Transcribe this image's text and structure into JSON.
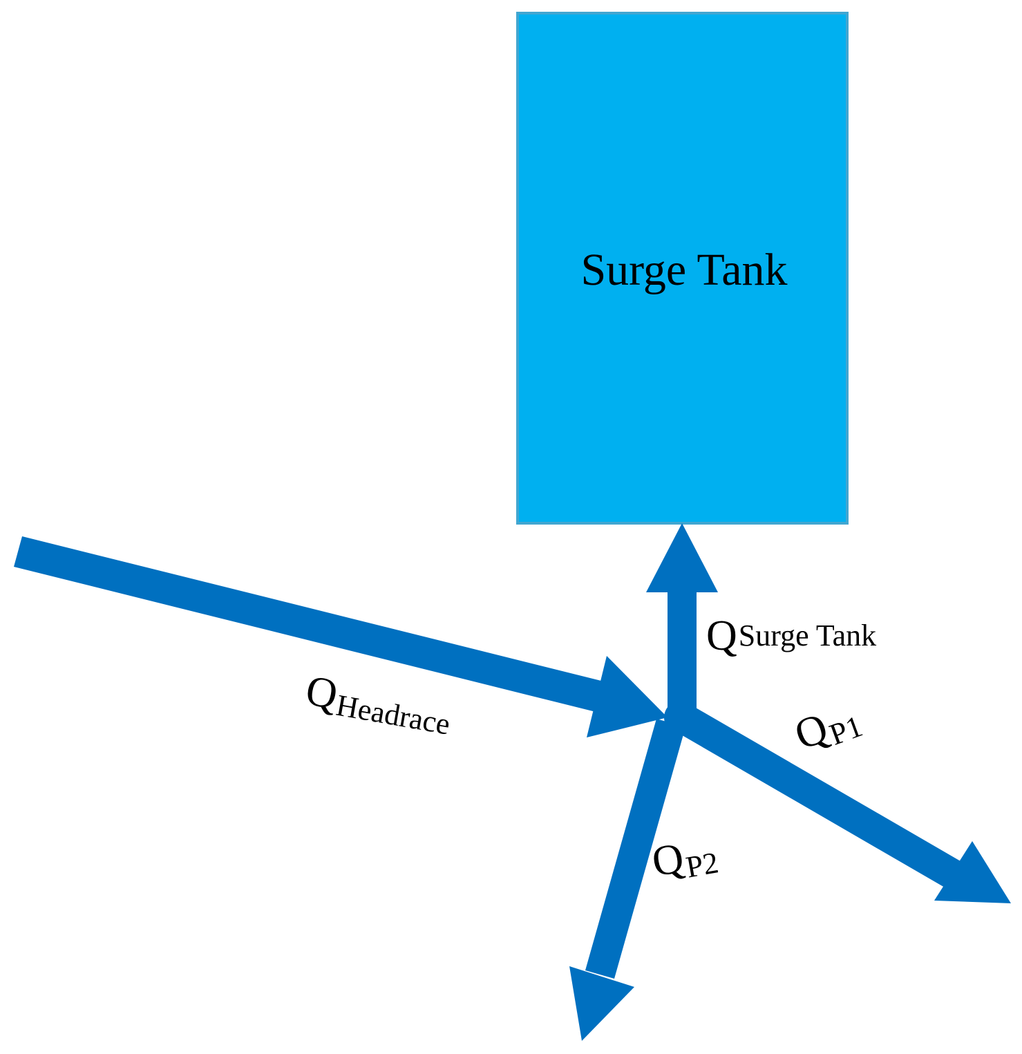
{
  "colors": {
    "background": "#ffffff",
    "tank_fill": "#00b0f0",
    "tank_border": "#41a6d1",
    "pipe": "#0070c0",
    "text": "#000000"
  },
  "tank": {
    "label": "Surge Tank"
  },
  "flows": {
    "headrace": {
      "main": "Q",
      "sub": "Headrace"
    },
    "surge_tank": {
      "main": "Q",
      "sub": "Surge Tank"
    },
    "p1": {
      "main": "Q",
      "sub": "P1"
    },
    "p2": {
      "main": "Q",
      "sub": "P2"
    }
  }
}
